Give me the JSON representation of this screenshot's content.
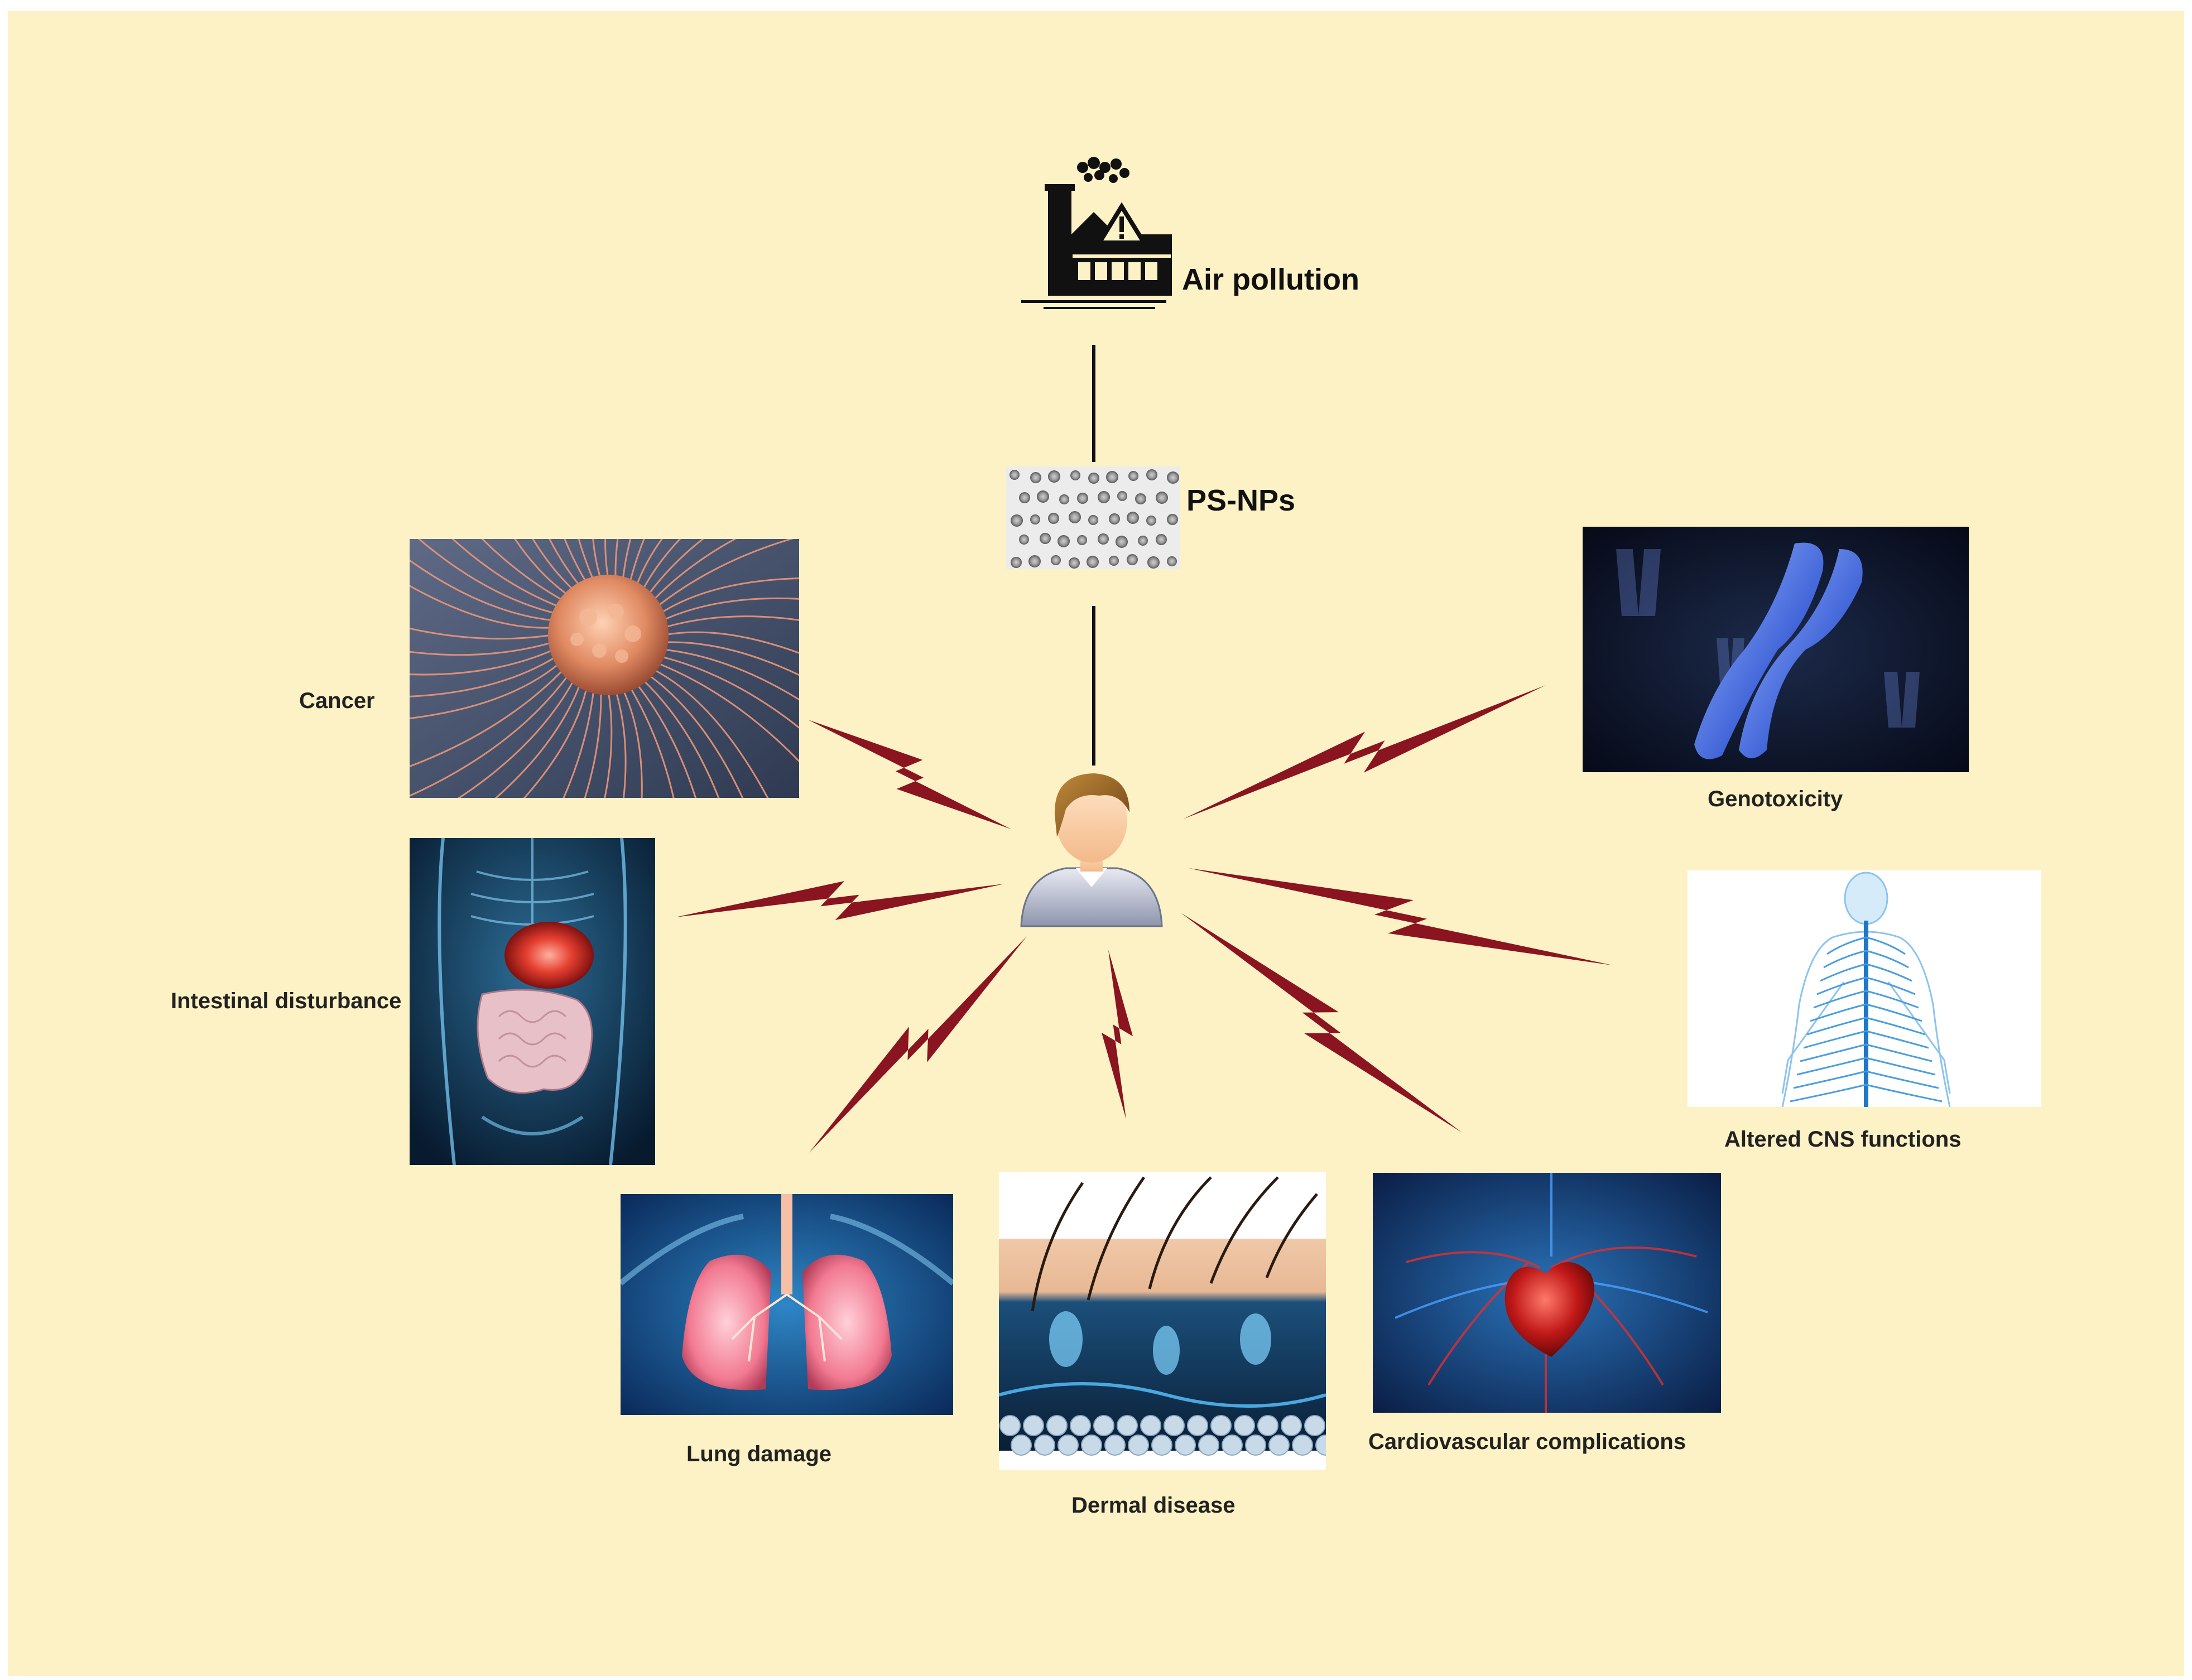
{
  "source": {
    "label": "Air pollution",
    "icon": "factory-icon"
  },
  "particle": {
    "label": "PS-NPs",
    "icon": "nanoparticles-icon"
  },
  "human": {
    "icon": "person-icon"
  },
  "effects": [
    {
      "id": "cancer",
      "label": "Cancer",
      "icon": "cancer-cell-icon"
    },
    {
      "id": "intestinal",
      "label": "Intestinal disturbance",
      "icon": "digestive-system-icon"
    },
    {
      "id": "lung",
      "label": "Lung damage",
      "icon": "lungs-icon"
    },
    {
      "id": "dermal",
      "label": "Dermal disease",
      "icon": "skin-layers-icon"
    },
    {
      "id": "cardio",
      "label": "Cardiovascular complications",
      "icon": "heart-icon"
    },
    {
      "id": "cns",
      "label": "Altered CNS functions",
      "icon": "nervous-system-icon"
    },
    {
      "id": "genotoxicity",
      "label": "Genotoxicity",
      "icon": "chromosome-icon"
    }
  ],
  "colors": {
    "background": "#fdf2c5",
    "bolt": "#8a1420",
    "line": "#111111",
    "label": "#222222"
  }
}
